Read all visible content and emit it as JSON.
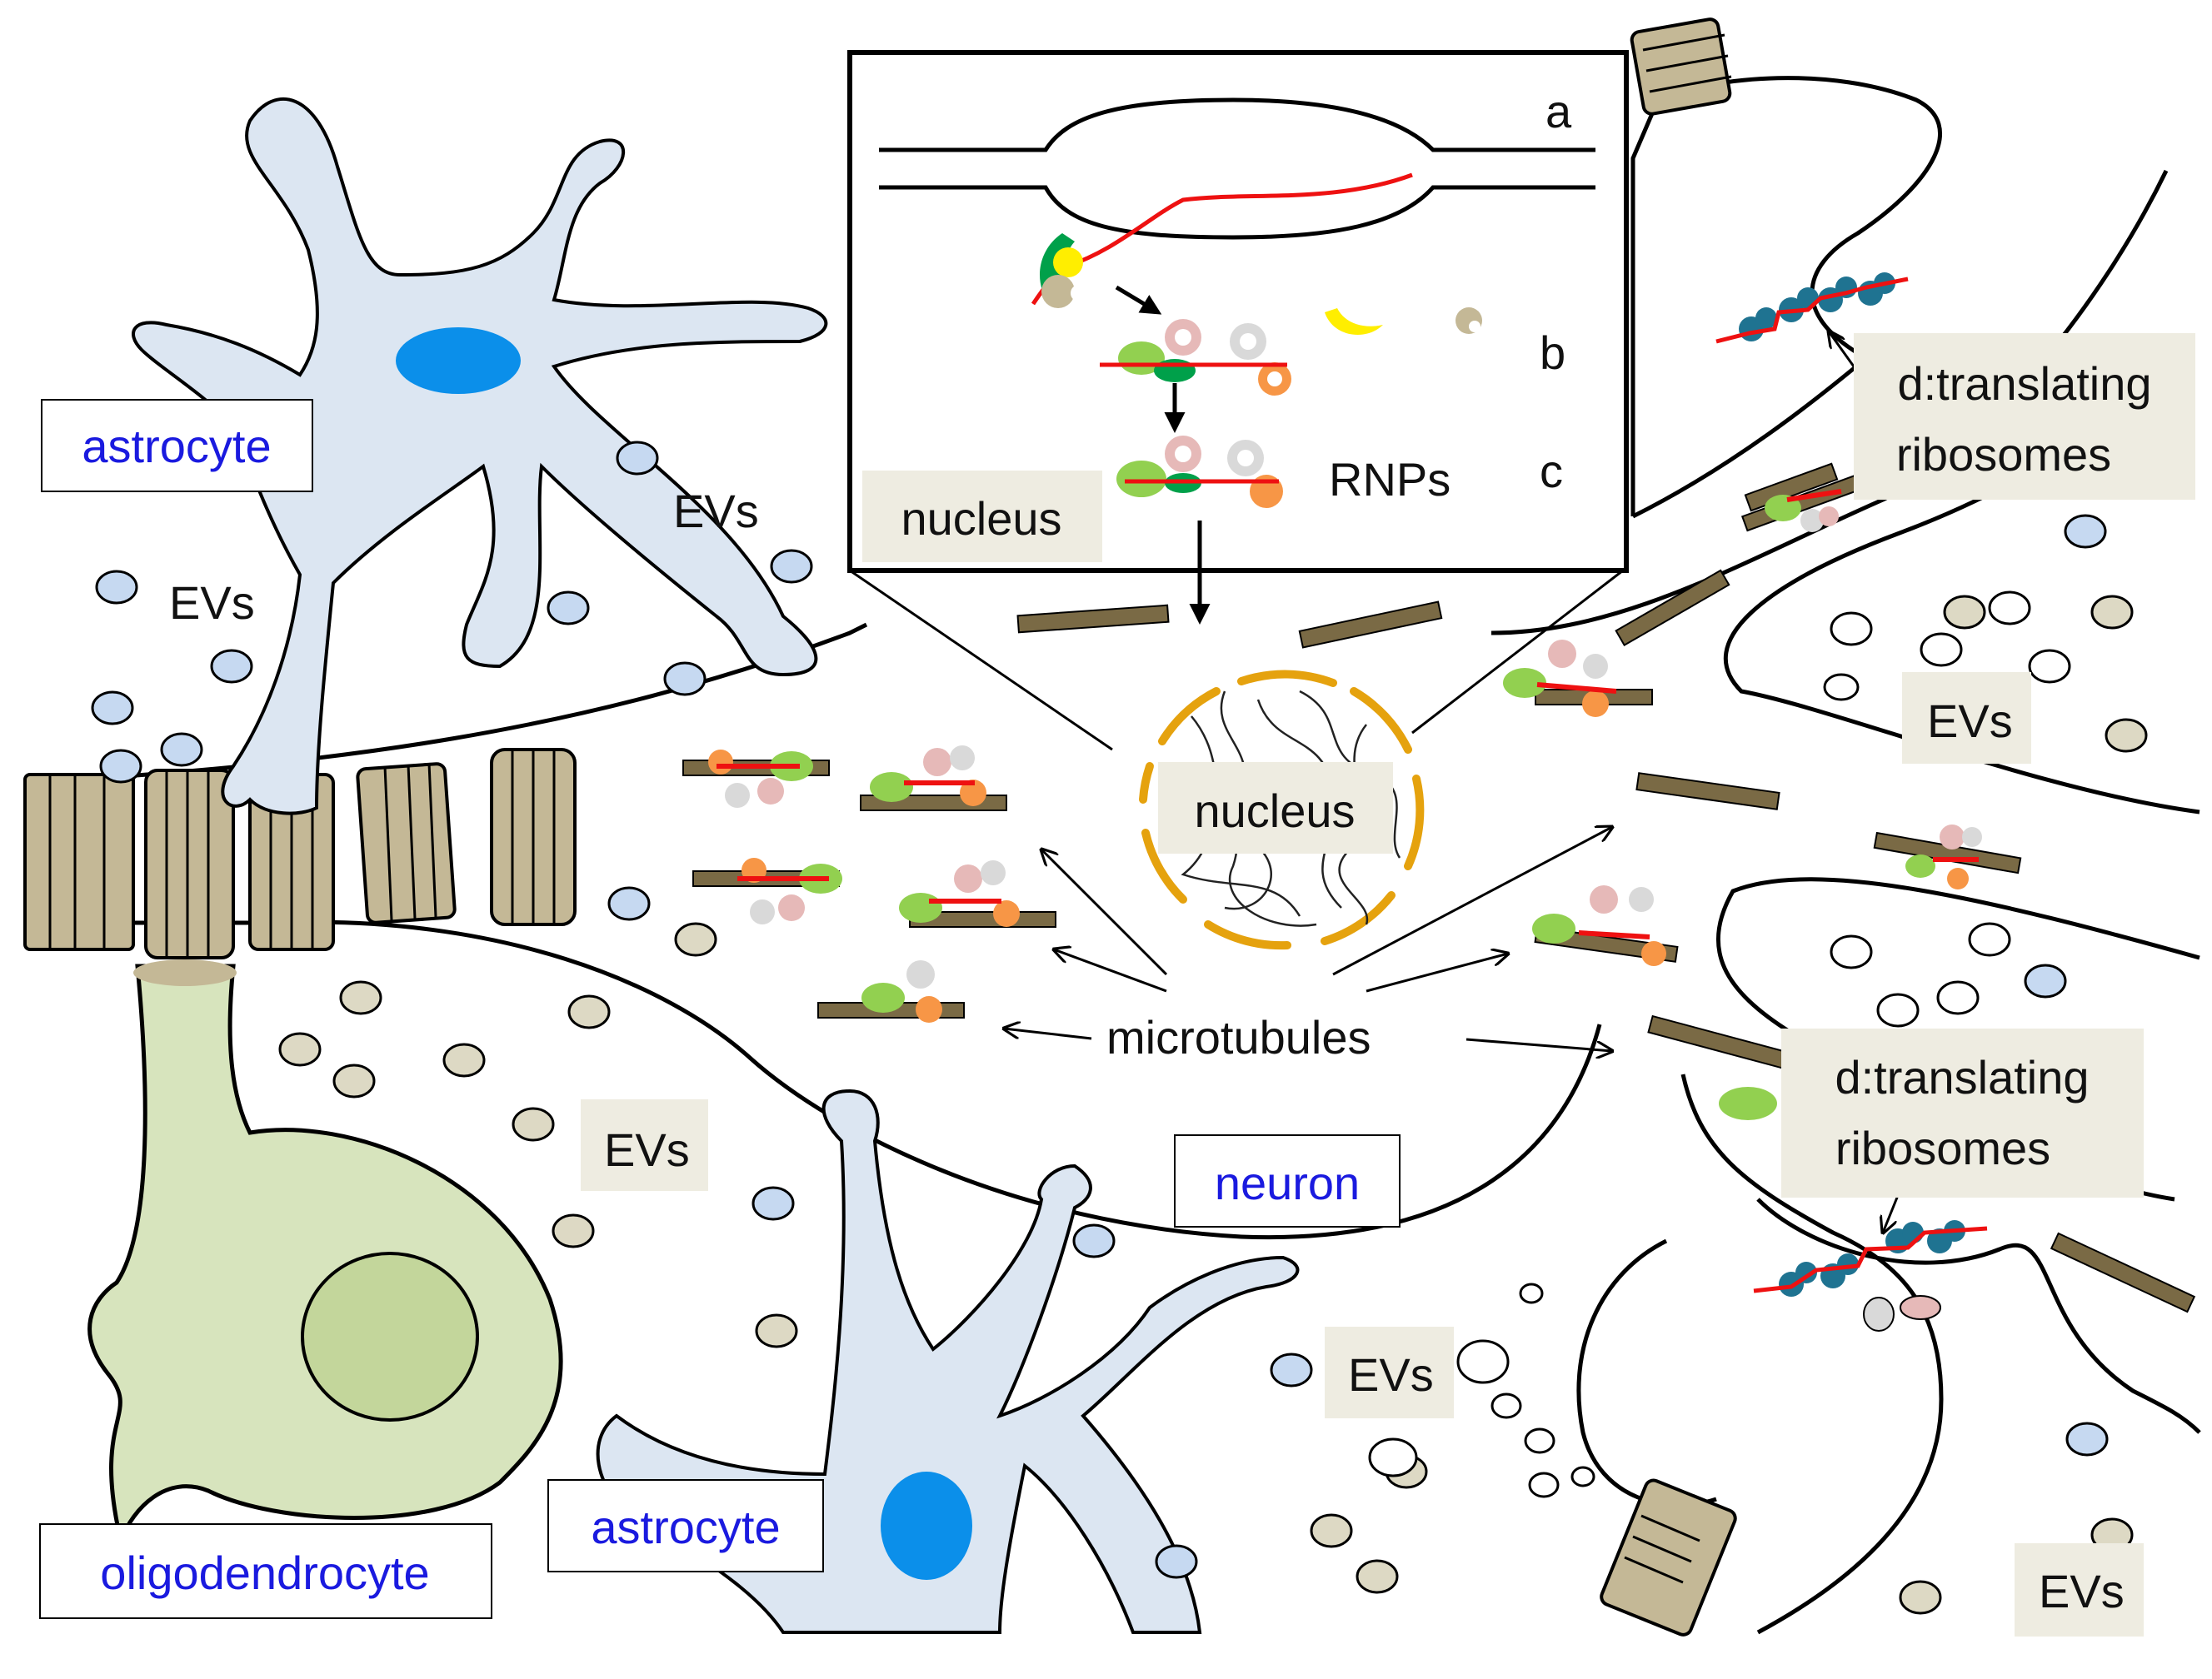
{
  "labels": {
    "astrocyte_top": "astrocyte",
    "astrocyte_bottom": "astrocyte",
    "oligodendrocyte": "oligodendrocyte",
    "neuron": "neuron",
    "nucleus_inset": "nucleus",
    "nucleus_main": "nucleus",
    "rnps": "RNPs",
    "step_a": "a",
    "step_b": "b",
    "step_c": "c",
    "microtubules": "microtubules",
    "translating_top_1": "d:translating",
    "translating_top_2": "ribosomes",
    "translating_bottom_1": "d:translating",
    "translating_bottom_2": "ribosomes",
    "evs_1": "EVs",
    "evs_2": "EVs",
    "evs_3": "EVs",
    "evs_4": "EVs",
    "evs_5": "EVs",
    "evs_6": "EVs"
  },
  "colors": {
    "astrocyte_fill": "#dce6f2",
    "astrocyte_nucleus": "#0b8fea",
    "oligodendrocyte_fill": "#d7e4bd",
    "oligodendrocyte_nucleus": "#c3d69b",
    "myelin": "#c4b896",
    "microtubule": "#7a6a45",
    "mrna": "#ee1111",
    "ribosome": "#1f7391",
    "rbp_green": "#92d050",
    "rbp_orange": "#f79646",
    "rbp_pink": "#e6b9b8",
    "rbp_grey": "#d9d9d9",
    "label_box": "#eeece1",
    "label_text_blue": "#1a1adf",
    "ev_blue": "#c6d9f1",
    "ev_tan": "#ddd9c4"
  }
}
